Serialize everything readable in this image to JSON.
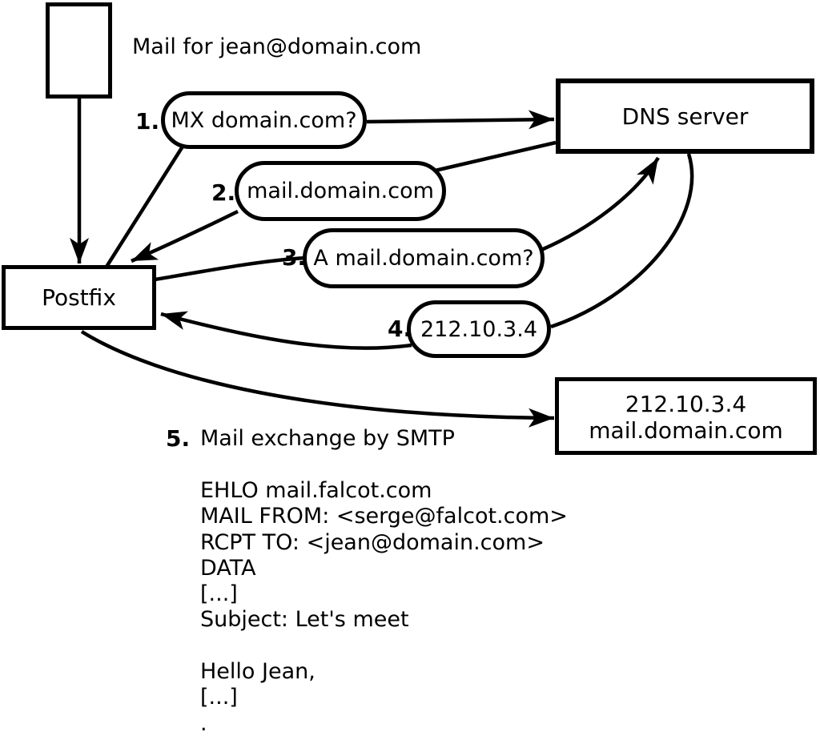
{
  "notes": {
    "mail_for": "Mail for jean@domain.com"
  },
  "nodes": {
    "postfix": {
      "label": "Postfix"
    },
    "dns": {
      "label": "DNS server"
    },
    "mailserver": {
      "line1": "212.10.3.4",
      "line2": "mail.domain.com"
    }
  },
  "steps": [
    {
      "num": "1.",
      "label": "MX domain.com?"
    },
    {
      "num": "2.",
      "label": "mail.domain.com"
    },
    {
      "num": "3.",
      "label": "A mail.domain.com?"
    },
    {
      "num": "4.",
      "label": "212.10.3.4"
    },
    {
      "num": "5.",
      "label": "Mail exchange by SMTP"
    }
  ],
  "smtp": {
    "lines": [
      "EHLO mail.falcot.com",
      "MAIL FROM: <serge@falcot.com>",
      "RCPT TO: <jean@domain.com>",
      "DATA",
      "[...]",
      "Subject: Let's meet",
      "",
      "Hello Jean,",
      "[...]",
      "."
    ]
  },
  "colors": {
    "ink": "#000000",
    "background": "#ffffff"
  }
}
